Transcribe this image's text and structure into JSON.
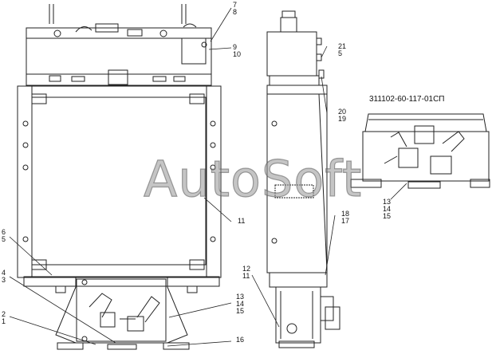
{
  "watermark": "AutoSoft",
  "doc_title": "311102-60-117-01СП",
  "callouts": {
    "c7_8": [
      "7",
      "8"
    ],
    "c9_10": [
      "9",
      "10"
    ],
    "c6_5": [
      "6",
      "5"
    ],
    "c4_3": [
      "4",
      "3"
    ],
    "c2_1": [
      "2",
      "1"
    ],
    "c11": [
      "11"
    ],
    "c13_15": [
      "13",
      "14",
      "15"
    ],
    "c16": [
      "16"
    ],
    "c21_5": [
      "21",
      "5"
    ],
    "c20_19": [
      "20",
      "19"
    ],
    "c18_17": [
      "18",
      "17"
    ],
    "c12_11": [
      "12",
      "11"
    ],
    "c13_15b": [
      "13",
      "14",
      "15"
    ]
  }
}
